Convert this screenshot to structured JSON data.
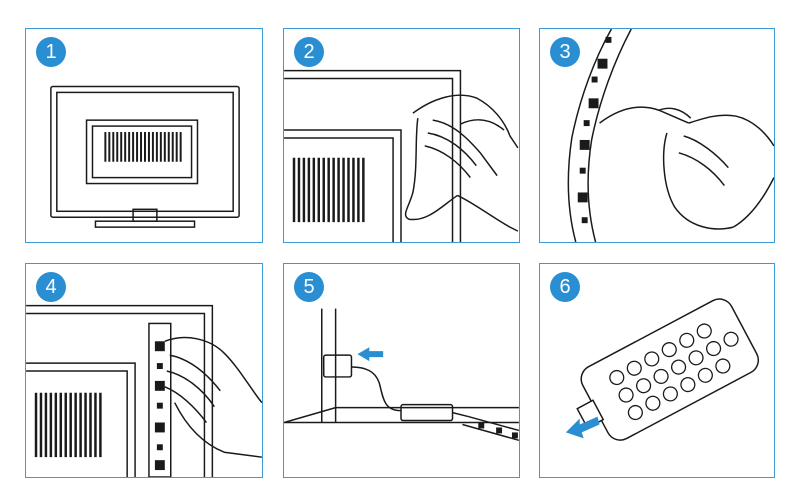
{
  "steps": [
    {
      "number": "1",
      "illustration": "tv-icon"
    },
    {
      "number": "2",
      "illustration": "wipe-surface-icon"
    },
    {
      "number": "3",
      "illustration": "peel-backing-icon"
    },
    {
      "number": "4",
      "illustration": "press-strip-icon"
    },
    {
      "number": "5",
      "illustration": "usb-plug-icon"
    },
    {
      "number": "6",
      "illustration": "remote-control-icon"
    }
  ],
  "colors": {
    "accent": "#2a8fd2",
    "border": "#3c9bd6",
    "line": "#1a1a1a"
  }
}
